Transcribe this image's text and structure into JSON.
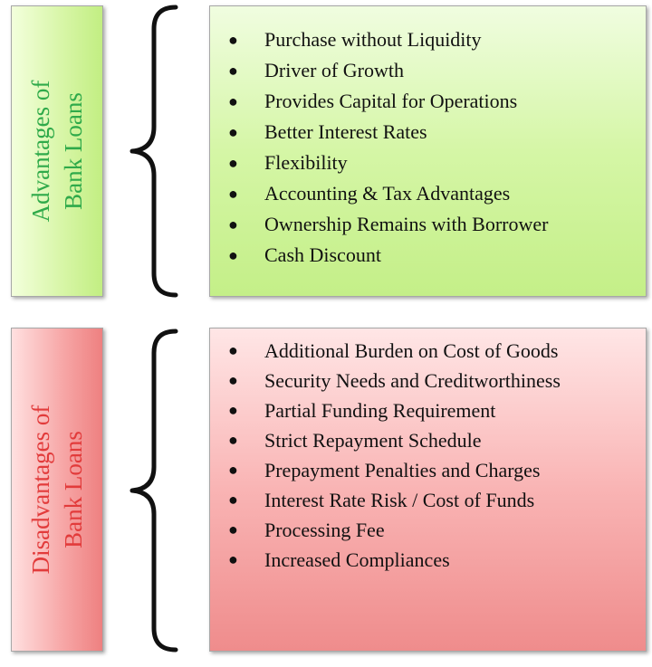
{
  "advantages": {
    "label_line1": "Advantages of",
    "label_line2": "Bank Loans",
    "items": [
      "Purchase without Liquidity",
      "Driver of Growth",
      "Provides Capital for Operations",
      "Better Interest Rates",
      "Flexibility",
      "Accounting & Tax Advantages",
      "Ownership Remains with Borrower",
      "Cash Discount"
    ]
  },
  "disadvantages": {
    "label_line1": "Disadvantages of",
    "label_line2": "Bank Loans",
    "items": [
      "Additional Burden on Cost of Goods",
      "Security Needs and Creditworthiness",
      "Partial Funding Requirement",
      "Strict Repayment Schedule",
      "Prepayment Penalties and Charges",
      "Interest Rate Risk / Cost of Funds",
      "Processing Fee",
      "Increased Compliances"
    ]
  },
  "colors": {
    "advantages_text": "#2faa4a",
    "advantages_fill": "#d5f6a6",
    "disadvantages_text": "#e23b3b",
    "disadvantages_fill": "#f9b4b4"
  }
}
